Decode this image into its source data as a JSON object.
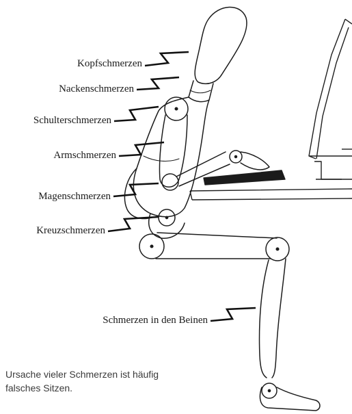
{
  "labels": {
    "head": "Kopfschmerzen",
    "neck": "Nackenschmerzen",
    "shoulder": "Schulterschmerzen",
    "arm": "Armschmerzen",
    "stomach": "Magenschmerzen",
    "lower_back": "Kreuzschmerzen",
    "legs": "Schmerzen in den Beinen"
  },
  "caption": {
    "line1": "Ursache vieler Schmerzen ist häufig",
    "line2": "falsches Sitzen."
  }
}
